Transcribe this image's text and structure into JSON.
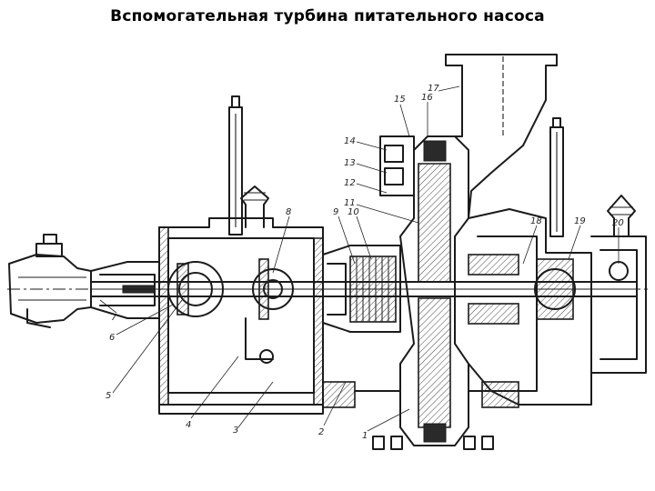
{
  "title": "Вспомогательная турбина питательного насоса",
  "callouts": [
    "1",
    "2",
    "3",
    "4",
    "5",
    "6",
    "7",
    "8",
    "9",
    "10",
    "11",
    "12",
    "13",
    "14",
    "15",
    "16",
    "17",
    "18",
    "19",
    "20"
  ]
}
